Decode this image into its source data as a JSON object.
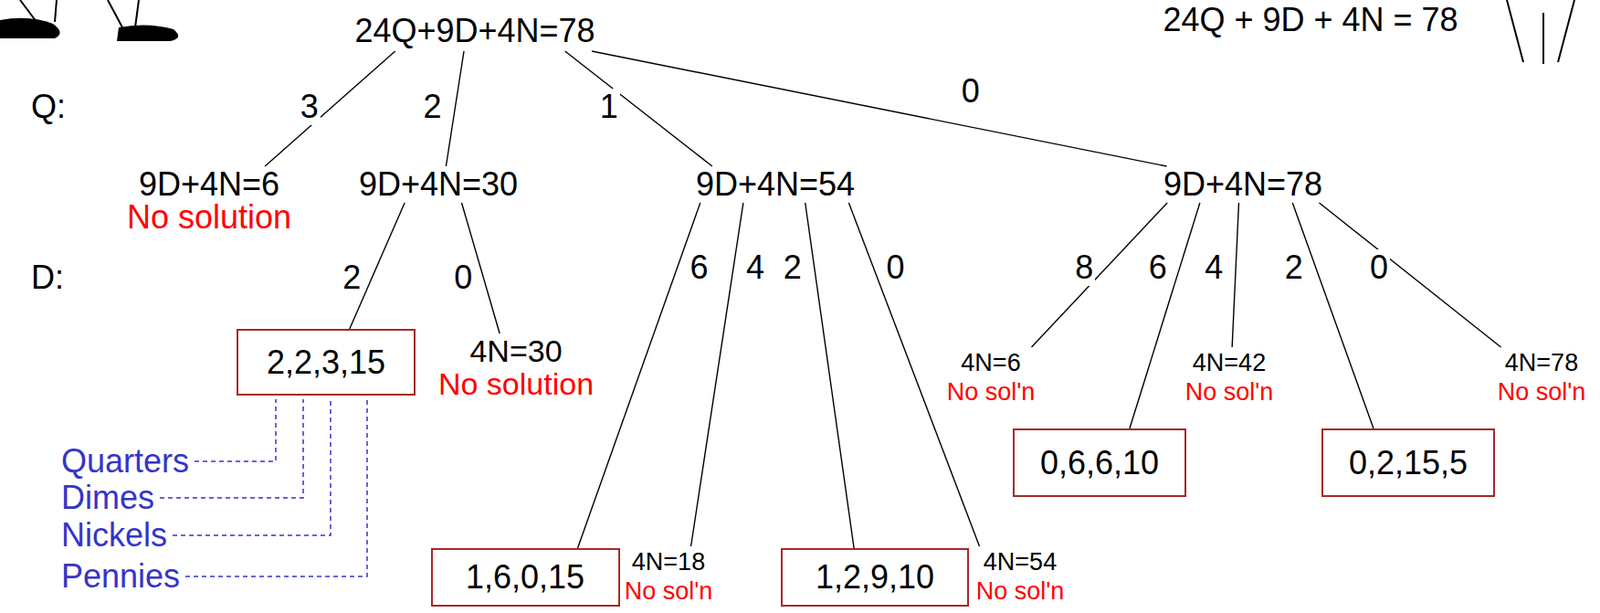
{
  "diagram": {
    "nodes": [
      {
        "text": [
          "24Q+9D+4N=78"
        ]
      },
      {
        "text": [
          "9D+4N=6",
          "No solution"
        ]
      },
      {
        "text": [
          "9D+4N=30"
        ]
      },
      {
        "text": [
          "9D+4N=54"
        ]
      },
      {
        "text": [
          "9D+4N=78"
        ]
      },
      {
        "text": [
          "2,2,3,15"
        ]
      },
      {
        "text": [
          "4N=30",
          "No solution"
        ]
      },
      {
        "text": [
          "1,6,0,15"
        ]
      },
      {
        "text": [
          "4N=18",
          "No sol'n"
        ]
      },
      {
        "text": [
          "1,2,9,10"
        ]
      },
      {
        "text": [
          "4N=54",
          "No sol'n"
        ]
      },
      {
        "text": [
          "4N=6",
          "No sol'n"
        ]
      },
      {
        "text": [
          "0,6,6,10"
        ]
      },
      {
        "text": [
          "4N=42",
          "No sol'n"
        ]
      },
      {
        "text": [
          "0,2,15,5"
        ]
      },
      {
        "text": [
          "4N=78",
          "No sol'n"
        ]
      }
    ],
    "edges": [
      {
        "from": 0,
        "to": 1,
        "arrow": "none",
        "label": "3"
      },
      {
        "from": 0,
        "to": 2,
        "arrow": "none",
        "label": "2"
      },
      {
        "from": 0,
        "to": 3,
        "arrow": "none",
        "label": "1"
      },
      {
        "from": 0,
        "to": 4,
        "arrow": "none",
        "label": "0"
      },
      {
        "from": 2,
        "to": 5,
        "arrow": "none",
        "label": "2"
      },
      {
        "from": 2,
        "to": 6,
        "arrow": "none",
        "label": "0"
      },
      {
        "from": 3,
        "to": 7,
        "arrow": "none",
        "label": "6"
      },
      {
        "from": 3,
        "to": 8,
        "arrow": "none",
        "label": "4"
      },
      {
        "from": 3,
        "to": 9,
        "arrow": "none",
        "label": "2"
      },
      {
        "from": 3,
        "to": 10,
        "arrow": "none",
        "label": "0"
      },
      {
        "from": 4,
        "to": 11,
        "arrow": "none",
        "label": "8"
      },
      {
        "from": 4,
        "to": 12,
        "arrow": "none",
        "label": "6"
      },
      {
        "from": 4,
        "to": 13,
        "arrow": "none",
        "label": "4"
      },
      {
        "from": 4,
        "to": 14,
        "arrow": "none",
        "label": "2"
      },
      {
        "from": 4,
        "to": 15,
        "arrow": "none",
        "label": "0"
      }
    ],
    "labels": [
      "24Q + 9D + 4N = 78",
      "Q:",
      "D:",
      "Quarters",
      "Dimes",
      "Nickels",
      "Pennies"
    ]
  }
}
